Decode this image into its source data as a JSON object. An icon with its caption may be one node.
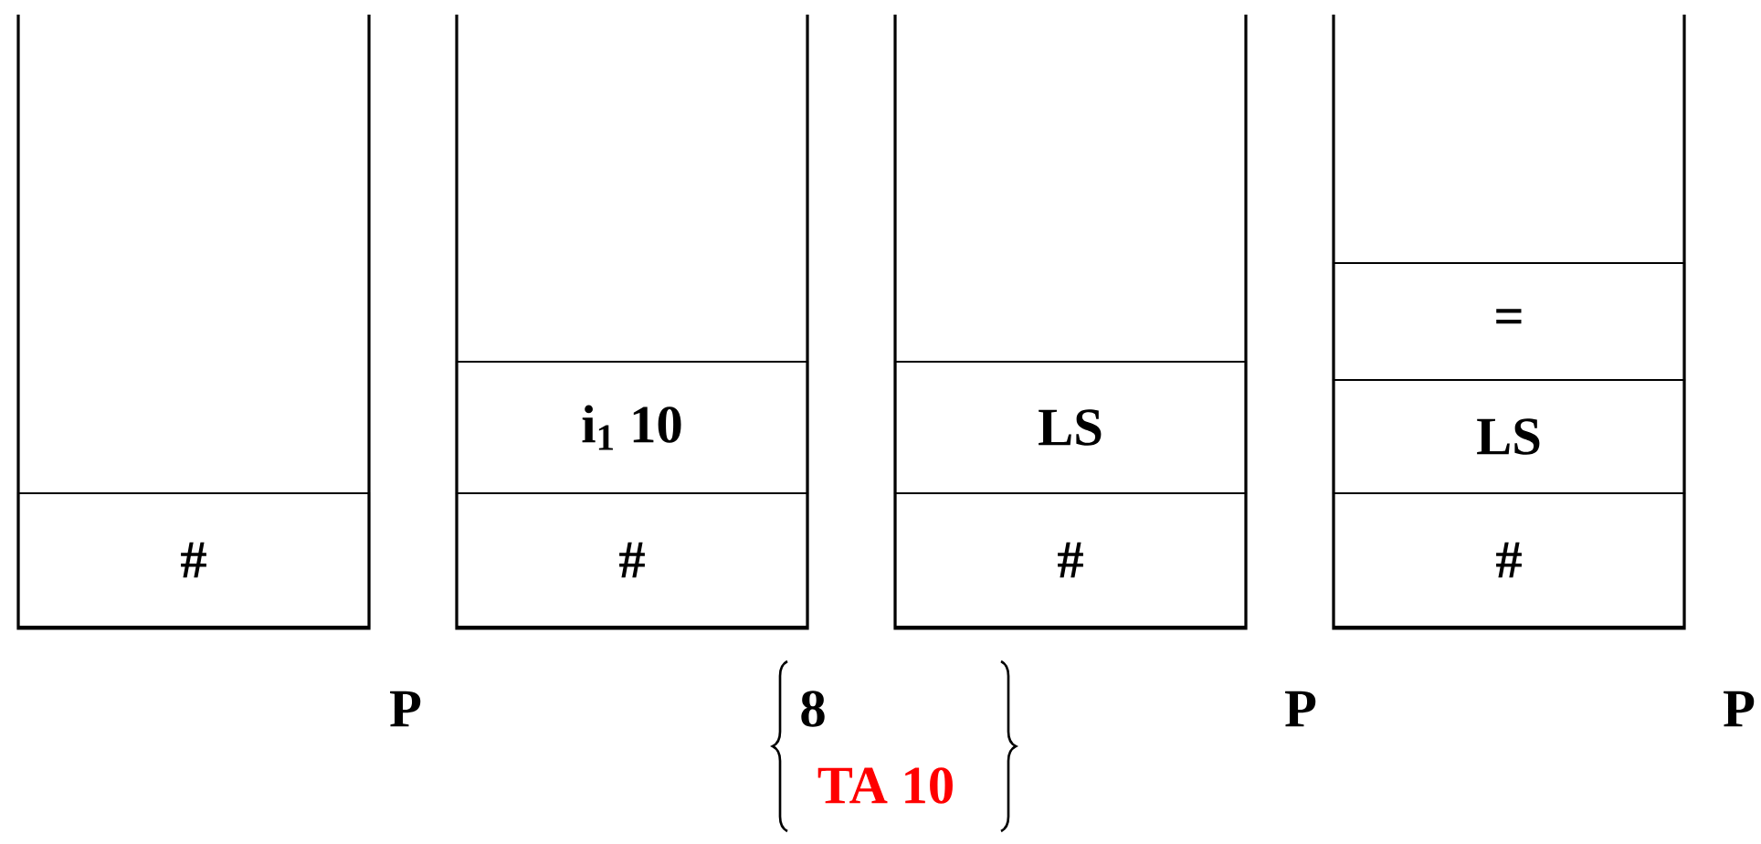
{
  "diagram": {
    "nodes": [
      {
        "text": [],
        "shape": "box"
      },
      {
        "text": [
          "#"
        ],
        "in": 0
      },
      {
        "text": [],
        "shape": "box"
      },
      {
        "text": [
          "i$_{1}$   10"
        ],
        "in": 2
      },
      {
        "text": [
          "#"
        ],
        "in": 2
      },
      {
        "text": [],
        "shape": "box"
      },
      {
        "text": [
          "LS"
        ],
        "in": 5
      },
      {
        "text": [
          "#"
        ],
        "in": 5
      },
      {
        "text": [],
        "shape": "box"
      },
      {
        "text": [
          "="
        ],
        "in": 8
      },
      {
        "text": [
          "LS"
        ],
        "in": 8
      },
      {
        "text": [
          "#"
        ],
        "in": 8
      }
    ],
    "labels": [
      "P",
      "8",
      "P",
      "P",
      "TA 10"
    ]
  }
}
